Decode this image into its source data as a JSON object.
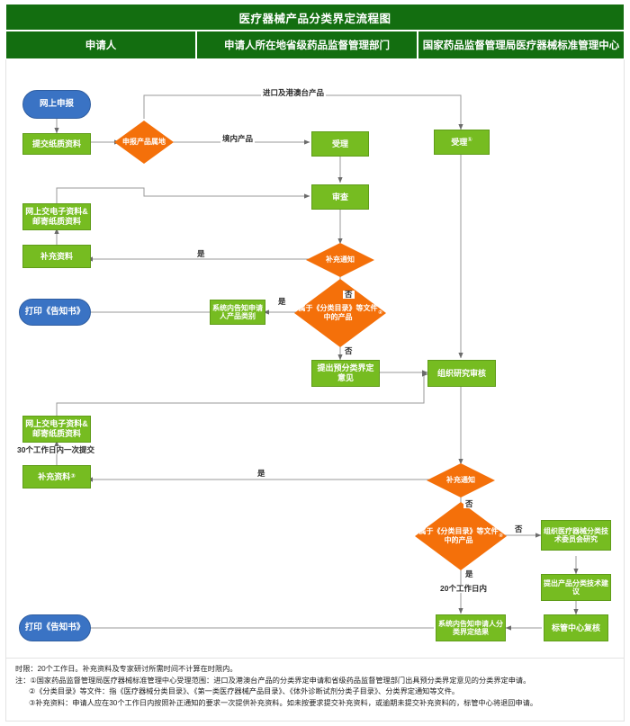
{
  "header": {
    "title": "医疗器械产品分类界定流程图",
    "columns": [
      "申请人",
      "申请人所在地省级药品监督管理部门",
      "国家药品监督管理局医疗器械标准管理中心"
    ]
  },
  "colors": {
    "header_green": "#136e10",
    "process_green": "#76bc21",
    "terminator_blue": "#3a73c4",
    "decision_orange": "#f4700a",
    "connector_gray": "#9a9a9a",
    "text_dark": "#1c1c1c"
  },
  "nodes": {
    "online_apply": "网上申报",
    "submit_paper": "提交纸质资料",
    "product_origin": "申报产品属地",
    "accept_province": "受理",
    "accept_center": "受理①",
    "review": "审查",
    "supplement_notice_1": "补充通知",
    "online_docs_1": "网上交电子资料&邮寄纸质资料",
    "supplement_material_1": "补充资料",
    "print_notice_1": "打印《告知书》",
    "system_notify_category": "系统内告知申请人产品类别",
    "belongs_catalog_1": "属于《分类目录》等文件中的产品②",
    "pre_classification_opinion": "提出预分类界定意见",
    "organize_review": "组织研究审核",
    "online_docs_2": "网上交电子资料&邮寄纸质资料",
    "supplement_material_2": "补充资料③",
    "supplement_notice_2": "补充通知",
    "belongs_catalog_2": "属于《分类目录》等文件中的产品②",
    "committee_research": "组织医疗器械分类技术委员会研究",
    "tech_advice": "提出产品分类技术建议",
    "center_recheck": "标管中心复核",
    "system_notify_result": "系统内告知申请人分类界定结果",
    "print_notice_2": "打印《告知书》"
  },
  "edge_labels": {
    "import_hk_macao_tw": "进口及港澳台产品",
    "domestic": "境内产品",
    "yes_1": "是",
    "no_1": "否",
    "yes_2": "是",
    "no_2": "否",
    "submit_30_days": "30个工作日内一次提交",
    "yes_3": "是",
    "no_3": "否",
    "no_4": "否",
    "yes_4": "是",
    "working_days_20": "20个工作日内"
  },
  "footnotes": {
    "line_limit": "时限：20个工作日。补充资料及专家研讨所需时间不计算在时限内。",
    "note_1": "注：①国家药品监督管理局医疗器械标准管理中心受理范围：进口及港澳台产品的分类界定申请和省级药品监督管理部门出具预分类界定意见的分类界定申请。",
    "note_2": "②《分类目录》等文件：指《医疗器械分类目录》、《第一类医疗器械产品目录》、《体外诊断试剂分类子目录》、分类界定通知等文件。",
    "note_3": "③补充资料：申请人应在30个工作日内按照补正通知的要求一次提供补充资料。如未按要求提交补充资料，或逾期未提交补充资料的，标管中心将退回申请。"
  }
}
